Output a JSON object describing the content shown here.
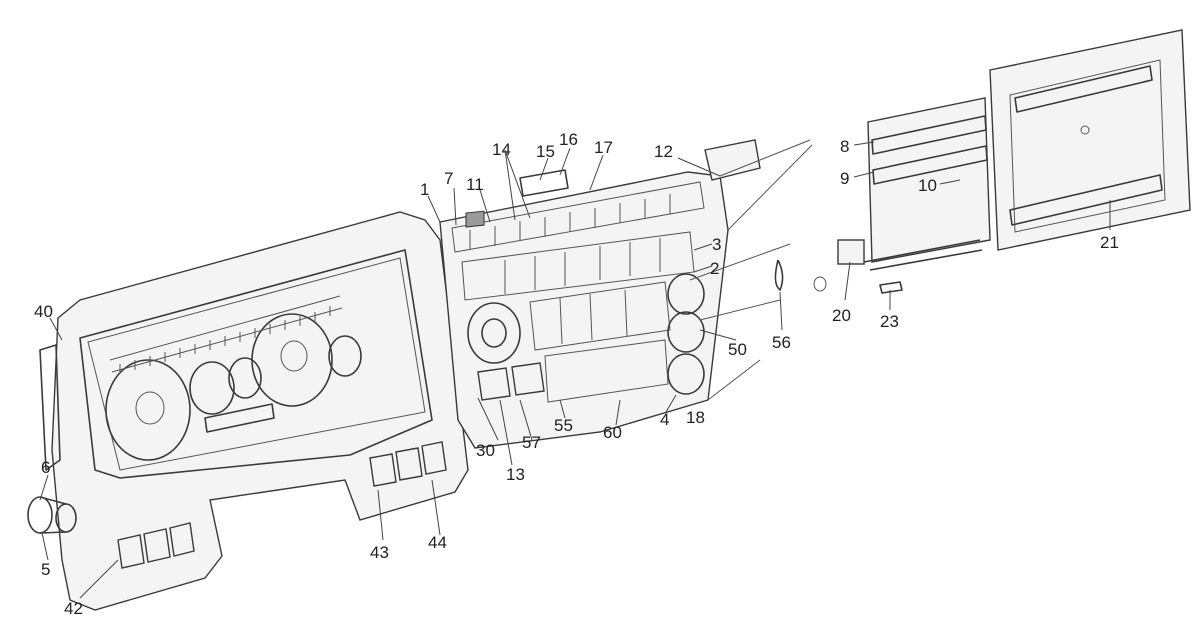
{
  "diagram": {
    "callouts": [
      {
        "id": "c40",
        "text": "40"
      },
      {
        "id": "c6",
        "text": "6"
      },
      {
        "id": "c5",
        "text": "5"
      },
      {
        "id": "c42",
        "text": "42"
      },
      {
        "id": "c43",
        "text": "43"
      },
      {
        "id": "c44",
        "text": "44"
      },
      {
        "id": "c1",
        "text": "1"
      },
      {
        "id": "c7",
        "text": "7"
      },
      {
        "id": "c11",
        "text": "11"
      },
      {
        "id": "c14",
        "text": "14"
      },
      {
        "id": "c15",
        "text": "15"
      },
      {
        "id": "c16",
        "text": "16"
      },
      {
        "id": "c17",
        "text": "17"
      },
      {
        "id": "c12",
        "text": "12"
      },
      {
        "id": "c3",
        "text": "3"
      },
      {
        "id": "c2",
        "text": "2"
      },
      {
        "id": "c30",
        "text": "30"
      },
      {
        "id": "c13",
        "text": "13"
      },
      {
        "id": "c57",
        "text": "57"
      },
      {
        "id": "c55",
        "text": "55"
      },
      {
        "id": "c60",
        "text": "60"
      },
      {
        "id": "c4",
        "text": "4"
      },
      {
        "id": "c18",
        "text": "18"
      },
      {
        "id": "c50",
        "text": "50"
      },
      {
        "id": "c56",
        "text": "56"
      },
      {
        "id": "c20",
        "text": "20"
      },
      {
        "id": "c23",
        "text": "23"
      },
      {
        "id": "c8",
        "text": "8"
      },
      {
        "id": "c9",
        "text": "9"
      },
      {
        "id": "c10",
        "text": "10"
      },
      {
        "id": "c21",
        "text": "21"
      }
    ]
  }
}
